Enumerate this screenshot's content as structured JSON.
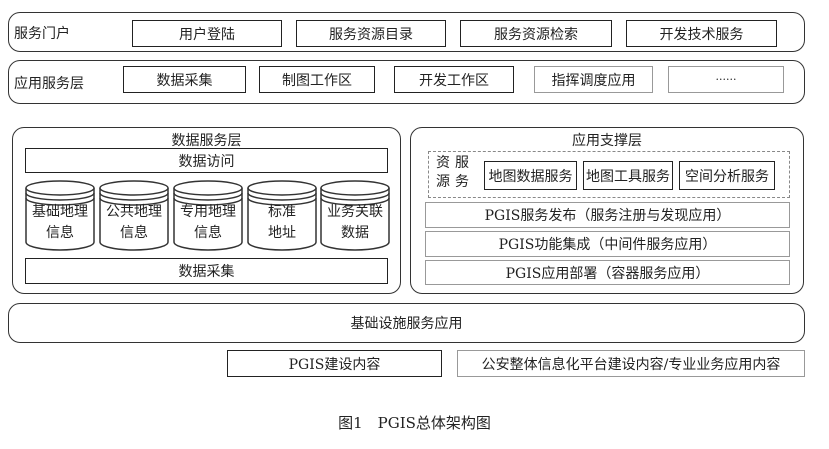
{
  "portal": {
    "label": "服务门户",
    "items": [
      "用户登陆",
      "服务资源目录",
      "服务资源检索",
      "开发技术服务"
    ]
  },
  "app_service": {
    "label": "应用服务层",
    "items": [
      "数据采集",
      "制图工作区",
      "开发工作区",
      "指挥调度应用",
      "······"
    ]
  },
  "data_service": {
    "title": "数据服务层",
    "access": "数据访问",
    "databases": [
      "基础地理\n信息",
      "公共地理\n信息",
      "专用地理\n信息",
      "标准\n地址",
      "业务关联\n数据"
    ],
    "collection": "数据采集"
  },
  "app_support": {
    "title": "应用支撑层",
    "resource_label_col1": "资\n源",
    "resource_label_col2": "服\n务",
    "resource_services": [
      "地图数据服务",
      "地图工具服务",
      "空间分析服务"
    ],
    "rows": [
      "PGIS服务发布（服务注册与发现应用）",
      "PGIS功能集成（中间件服务应用）",
      "PGIS应用部署（容器服务应用）"
    ]
  },
  "infrastructure": "基础设施服务应用",
  "legend": {
    "pgis": "PGIS建设内容",
    "other": "公安整体信息化平台建设内容/专业业务应用内容"
  },
  "caption": "图1　PGIS总体架构图"
}
